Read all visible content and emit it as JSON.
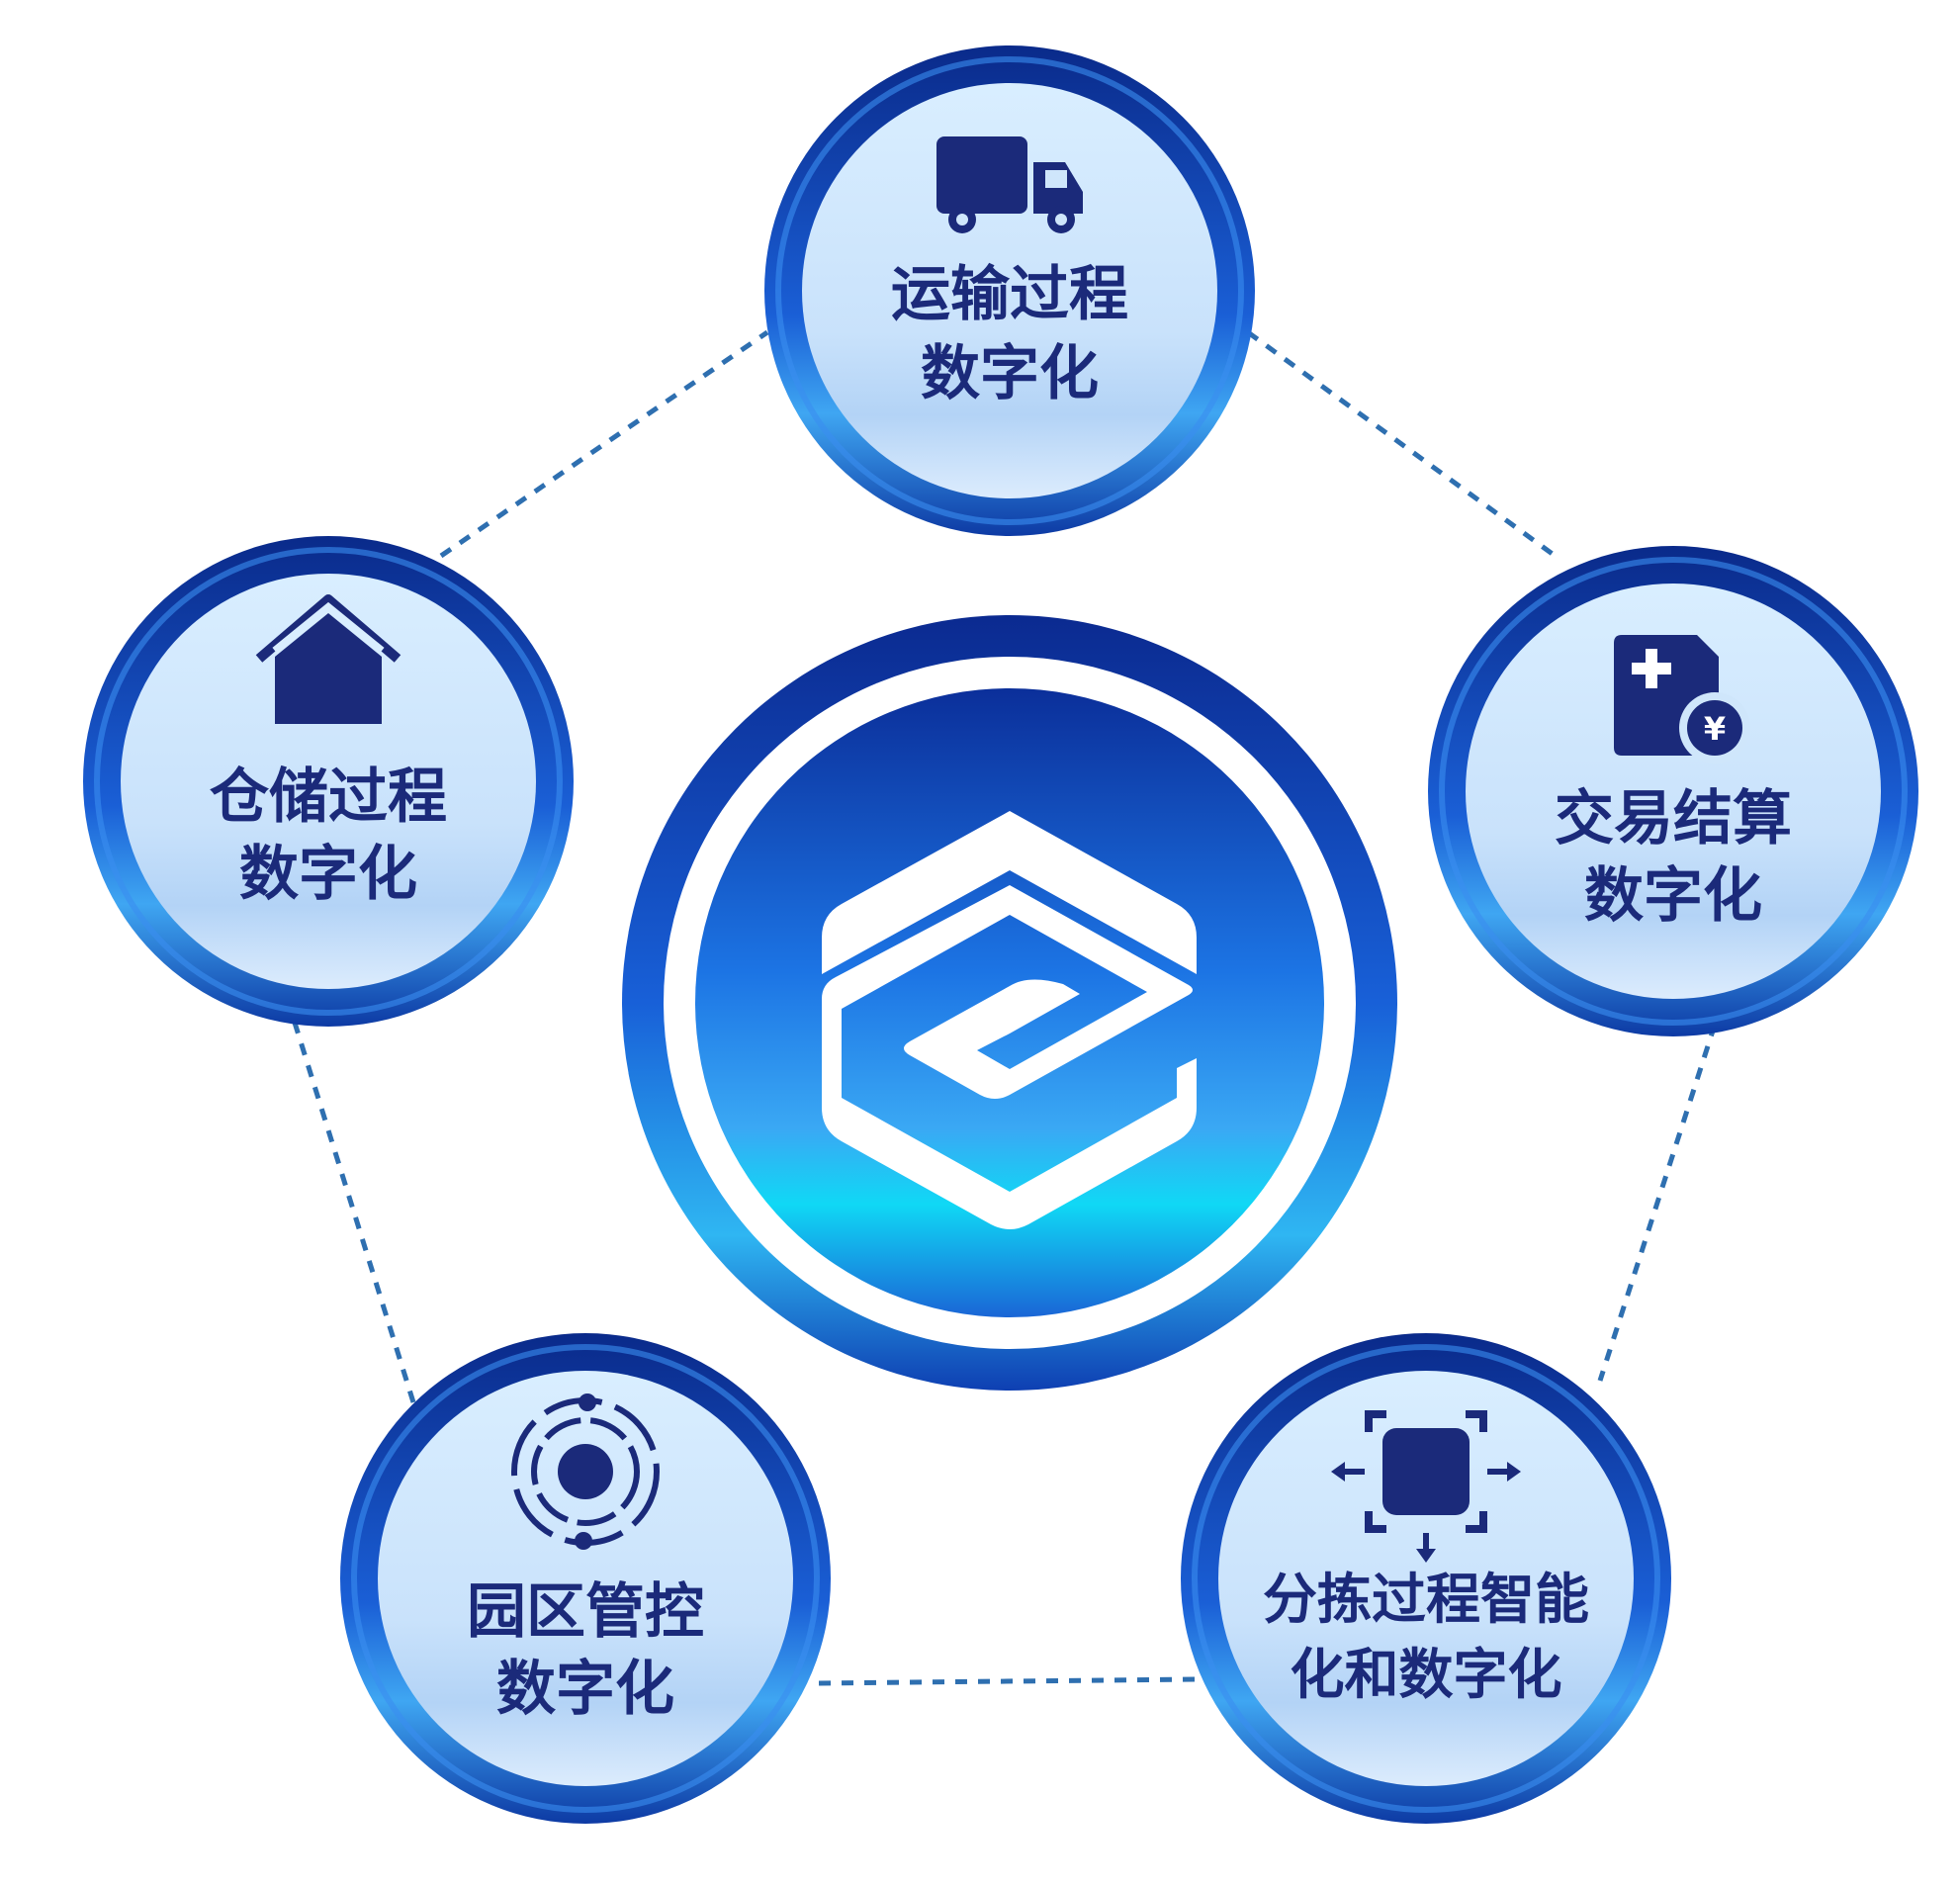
{
  "colors": {
    "ring_dark": "#0a2a8a",
    "ring_mid": "#1554c8",
    "ring_light": "#2a8ff0",
    "inner_light": "#d6ecff",
    "inner_mid": "#b9d8f8",
    "label": "#1b2a7a",
    "icon": "#1b2a7a",
    "dashes": "#2e6fb0",
    "hub_dark": "#0b2f9a",
    "hub_cyan": "#10d8f5"
  },
  "hub": {
    "icon": "logo-hexagon-e-icon"
  },
  "nodes": [
    {
      "id": "transport",
      "icon": "truck-icon",
      "lines": [
        "运输过程",
        "数字化"
      ]
    },
    {
      "id": "settlement",
      "icon": "invoice-yuan-icon",
      "lines": [
        "交易结算",
        "数字化"
      ]
    },
    {
      "id": "sorting",
      "icon": "sorting-chip-icon",
      "lines": [
        "分拣过程智能",
        "化和数字化"
      ]
    },
    {
      "id": "park",
      "icon": "park-orbit-icon",
      "lines": [
        "园区管控",
        "数字化"
      ]
    },
    {
      "id": "warehouse",
      "icon": "house-icon",
      "lines": [
        "仓储过程",
        "数字化"
      ]
    }
  ]
}
